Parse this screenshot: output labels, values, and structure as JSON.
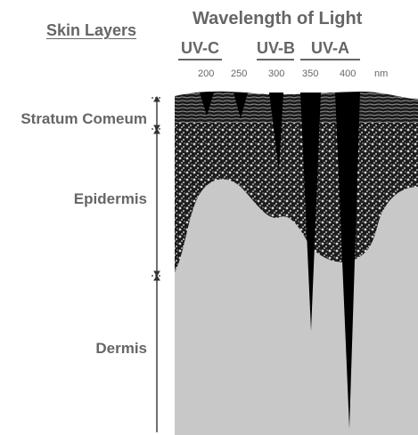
{
  "legend": {
    "left_title": "Skin Layers",
    "top_title": "Wavelength of Light",
    "bands": [
      "UV-C",
      "UV-B",
      "UV-A"
    ]
  },
  "wavelength_ticks": [
    "200",
    "250",
    "300",
    "350",
    "400",
    "nm"
  ],
  "layers": [
    "Stratum Comeum",
    "Epidermis",
    "Dermis"
  ],
  "colors": {
    "text": "#666666",
    "dermis": "#c8c8c8",
    "epidermis": "#1c1c1c",
    "ray": "#000000"
  }
}
